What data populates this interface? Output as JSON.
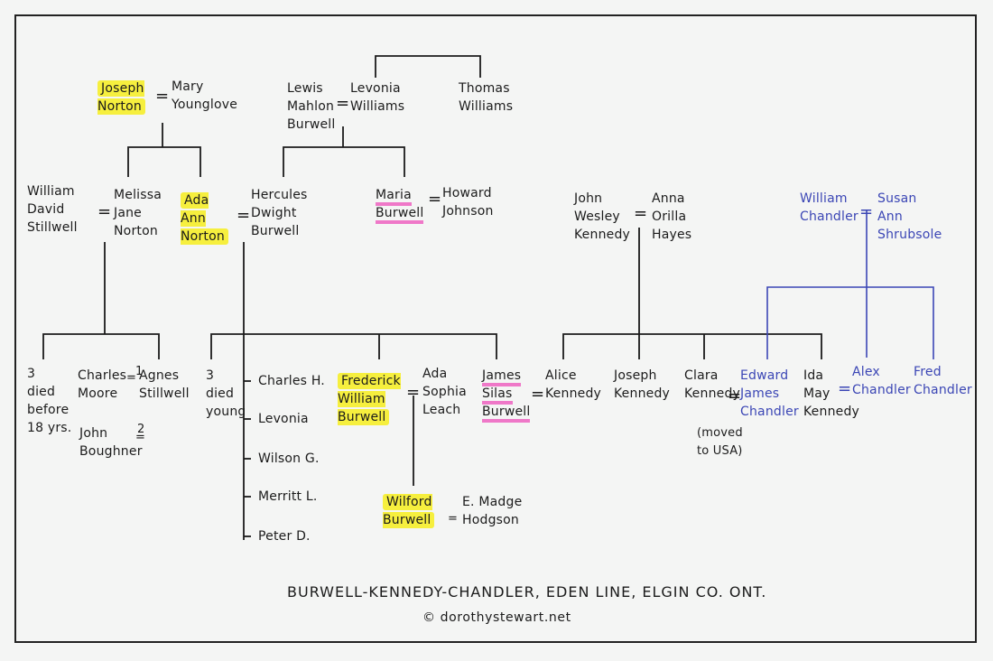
{
  "colors": {
    "ink": "#1b1b1b",
    "blue_ink": "#3b46b5",
    "highlight": "#f6ef3e",
    "pink_underline": "#ef78c8"
  },
  "people": {
    "joseph_norton": "Joseph\nNorton",
    "mary_younglove": "Mary\nYounglove",
    "lewis_burwell": "Lewis\nMahlon\nBurwell",
    "levonia_williams": "Levonia\nWilliams",
    "thomas_williams": "Thomas\nWilliams",
    "william_stillwell": "William\nDavid\nStillwell",
    "melissa_norton": "Melissa\nJane\nNorton",
    "ada_norton": "Ada\nAnn\nNorton",
    "hercules_burwell": "Hercules\nDwight\nBurwell",
    "maria_burwell": "Maria\nBurwell",
    "howard_johnson": "Howard\nJohnson",
    "john_kennedy": "John\nWesley\nKennedy",
    "anna_hayes": "Anna\nOrilla\nHayes",
    "william_chandler": "William\nChandler",
    "susan_shrubsole": "Susan\nAnn\nShrubsole",
    "three_died_before": "3\ndied\nbefore\n18 yrs.",
    "charles_moore": "Charles\nMoore",
    "john_boughner": "John\nBoughner",
    "agnes_stillwell": "Agnes\nStillwell",
    "three_died_young": "3\ndied\nyoung",
    "charles_h": "Charles H.",
    "levonia": "Levonia",
    "wilson_g": "Wilson G.",
    "merritt_l": "Merritt L.",
    "peter_d": "Peter D.",
    "frederick_burwell": "Frederick\nWilliam\nBurwell",
    "ada_leach": "Ada\nSophia\nLeach",
    "james_burwell": "James\nSilas\nBurwell",
    "alice_kennedy": "Alice\nKennedy",
    "joseph_kennedy": "Joseph\nKennedy",
    "clara_kennedy": "Clara\nKennedy",
    "moved_to_usa": "(moved\nto USA)",
    "edward_chandler": "Edward\nJames\nChandler",
    "ida_kennedy": "Ida\nMay\nKennedy",
    "alex_chandler": "Alex\nChandler",
    "fred_chandler": "Fred\nChandler",
    "wilford_burwell": "Wilford\nBurwell",
    "madge_hodgson": "E. Madge\nHodgson"
  },
  "marks": {
    "equals": "=",
    "first": "1",
    "second": "2"
  },
  "title": "BURWELL-KENNEDY-CHANDLER, EDEN LINE, ELGIN CO. ONT.",
  "credit": "© dorothystewart.net"
}
